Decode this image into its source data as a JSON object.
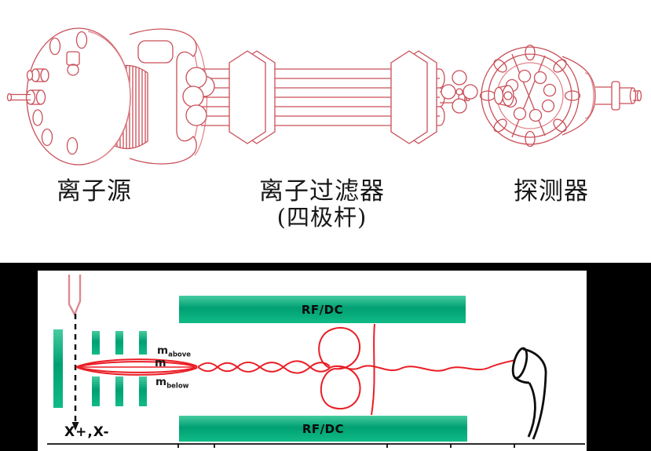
{
  "top_panel": {
    "components": [
      {
        "name": "ion-source",
        "label": "离子源"
      },
      {
        "name": "ion-filter",
        "label": "离子过滤器",
        "sublabel": "(四极杆)"
      },
      {
        "name": "detector",
        "label": "探测器"
      }
    ]
  },
  "schematic": {
    "top_electrode_label": "RF/DC",
    "bottom_electrode_label": "RF/DC",
    "ions_label": "X+,X-",
    "mass_above": {
      "base": "m",
      "sub": "above"
    },
    "mass_center": {
      "base": "m"
    },
    "mass_below": {
      "base": "m",
      "sub": "below"
    }
  },
  "colors": {
    "line_art_red": "#c94f58",
    "line_art_pink": "#e0868d",
    "trajectory_red": "#ea1d25",
    "electrode_green": "#00a072",
    "electrode_green_light": "#45cba0",
    "needle_pink": "#dd8a92",
    "panel_background": "#000000",
    "label_black": "#171717"
  }
}
